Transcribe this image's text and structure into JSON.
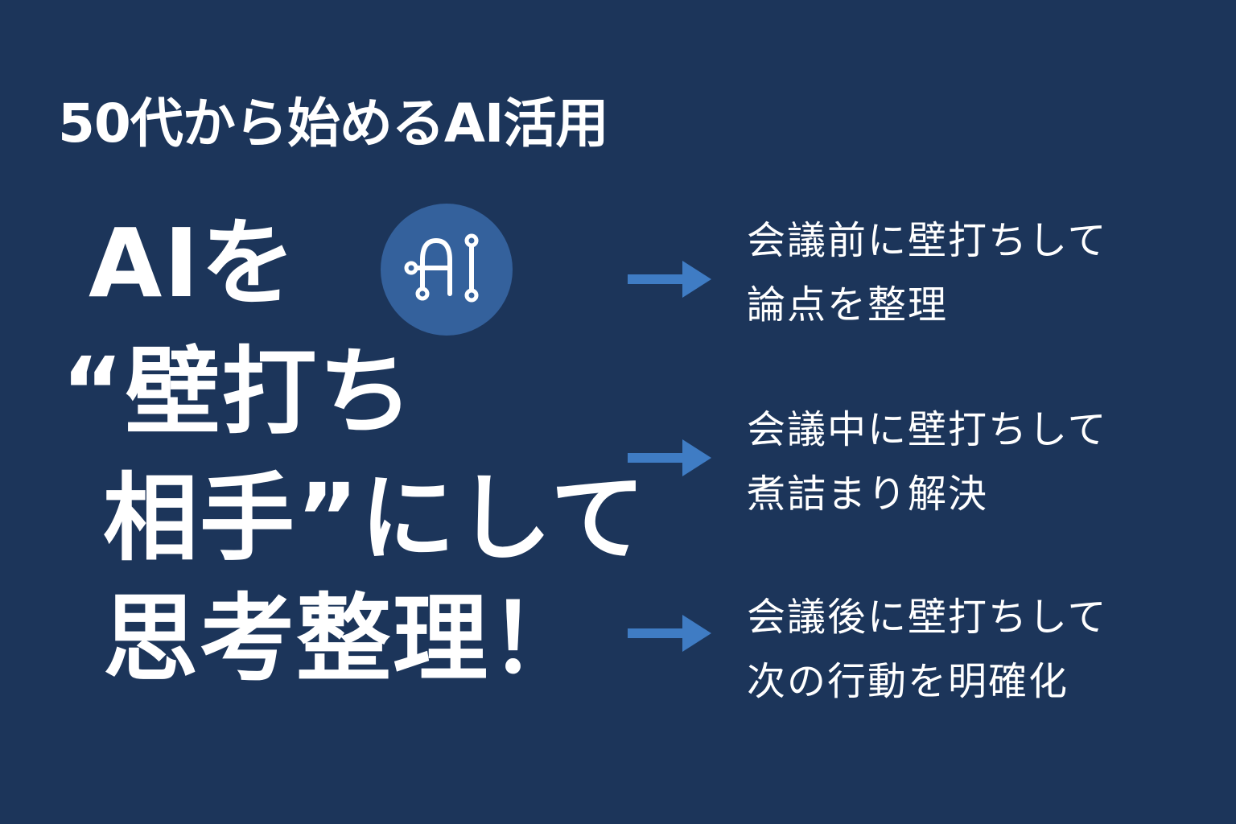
{
  "subtitle": "50代から始めるAI活用",
  "headline": {
    "line1": "AIを",
    "line2": "“壁打ち",
    "line3": "相手”にして",
    "line4": "思考整理！"
  },
  "badge": {
    "icon": "ai-icon",
    "label": "AI"
  },
  "steps": [
    {
      "line1": "会議前に壁打ちして",
      "line2": "論点を整理"
    },
    {
      "line1": "会議中に壁打ちして",
      "line2": "煮詰まり解決"
    },
    {
      "line1": "会議後に壁打ちして",
      "line2": "次の行動を明確化"
    }
  ],
  "colors": {
    "background": "#1c355a",
    "accent": "#3f7cc4",
    "badge": "#34619c",
    "text": "#ffffff"
  }
}
